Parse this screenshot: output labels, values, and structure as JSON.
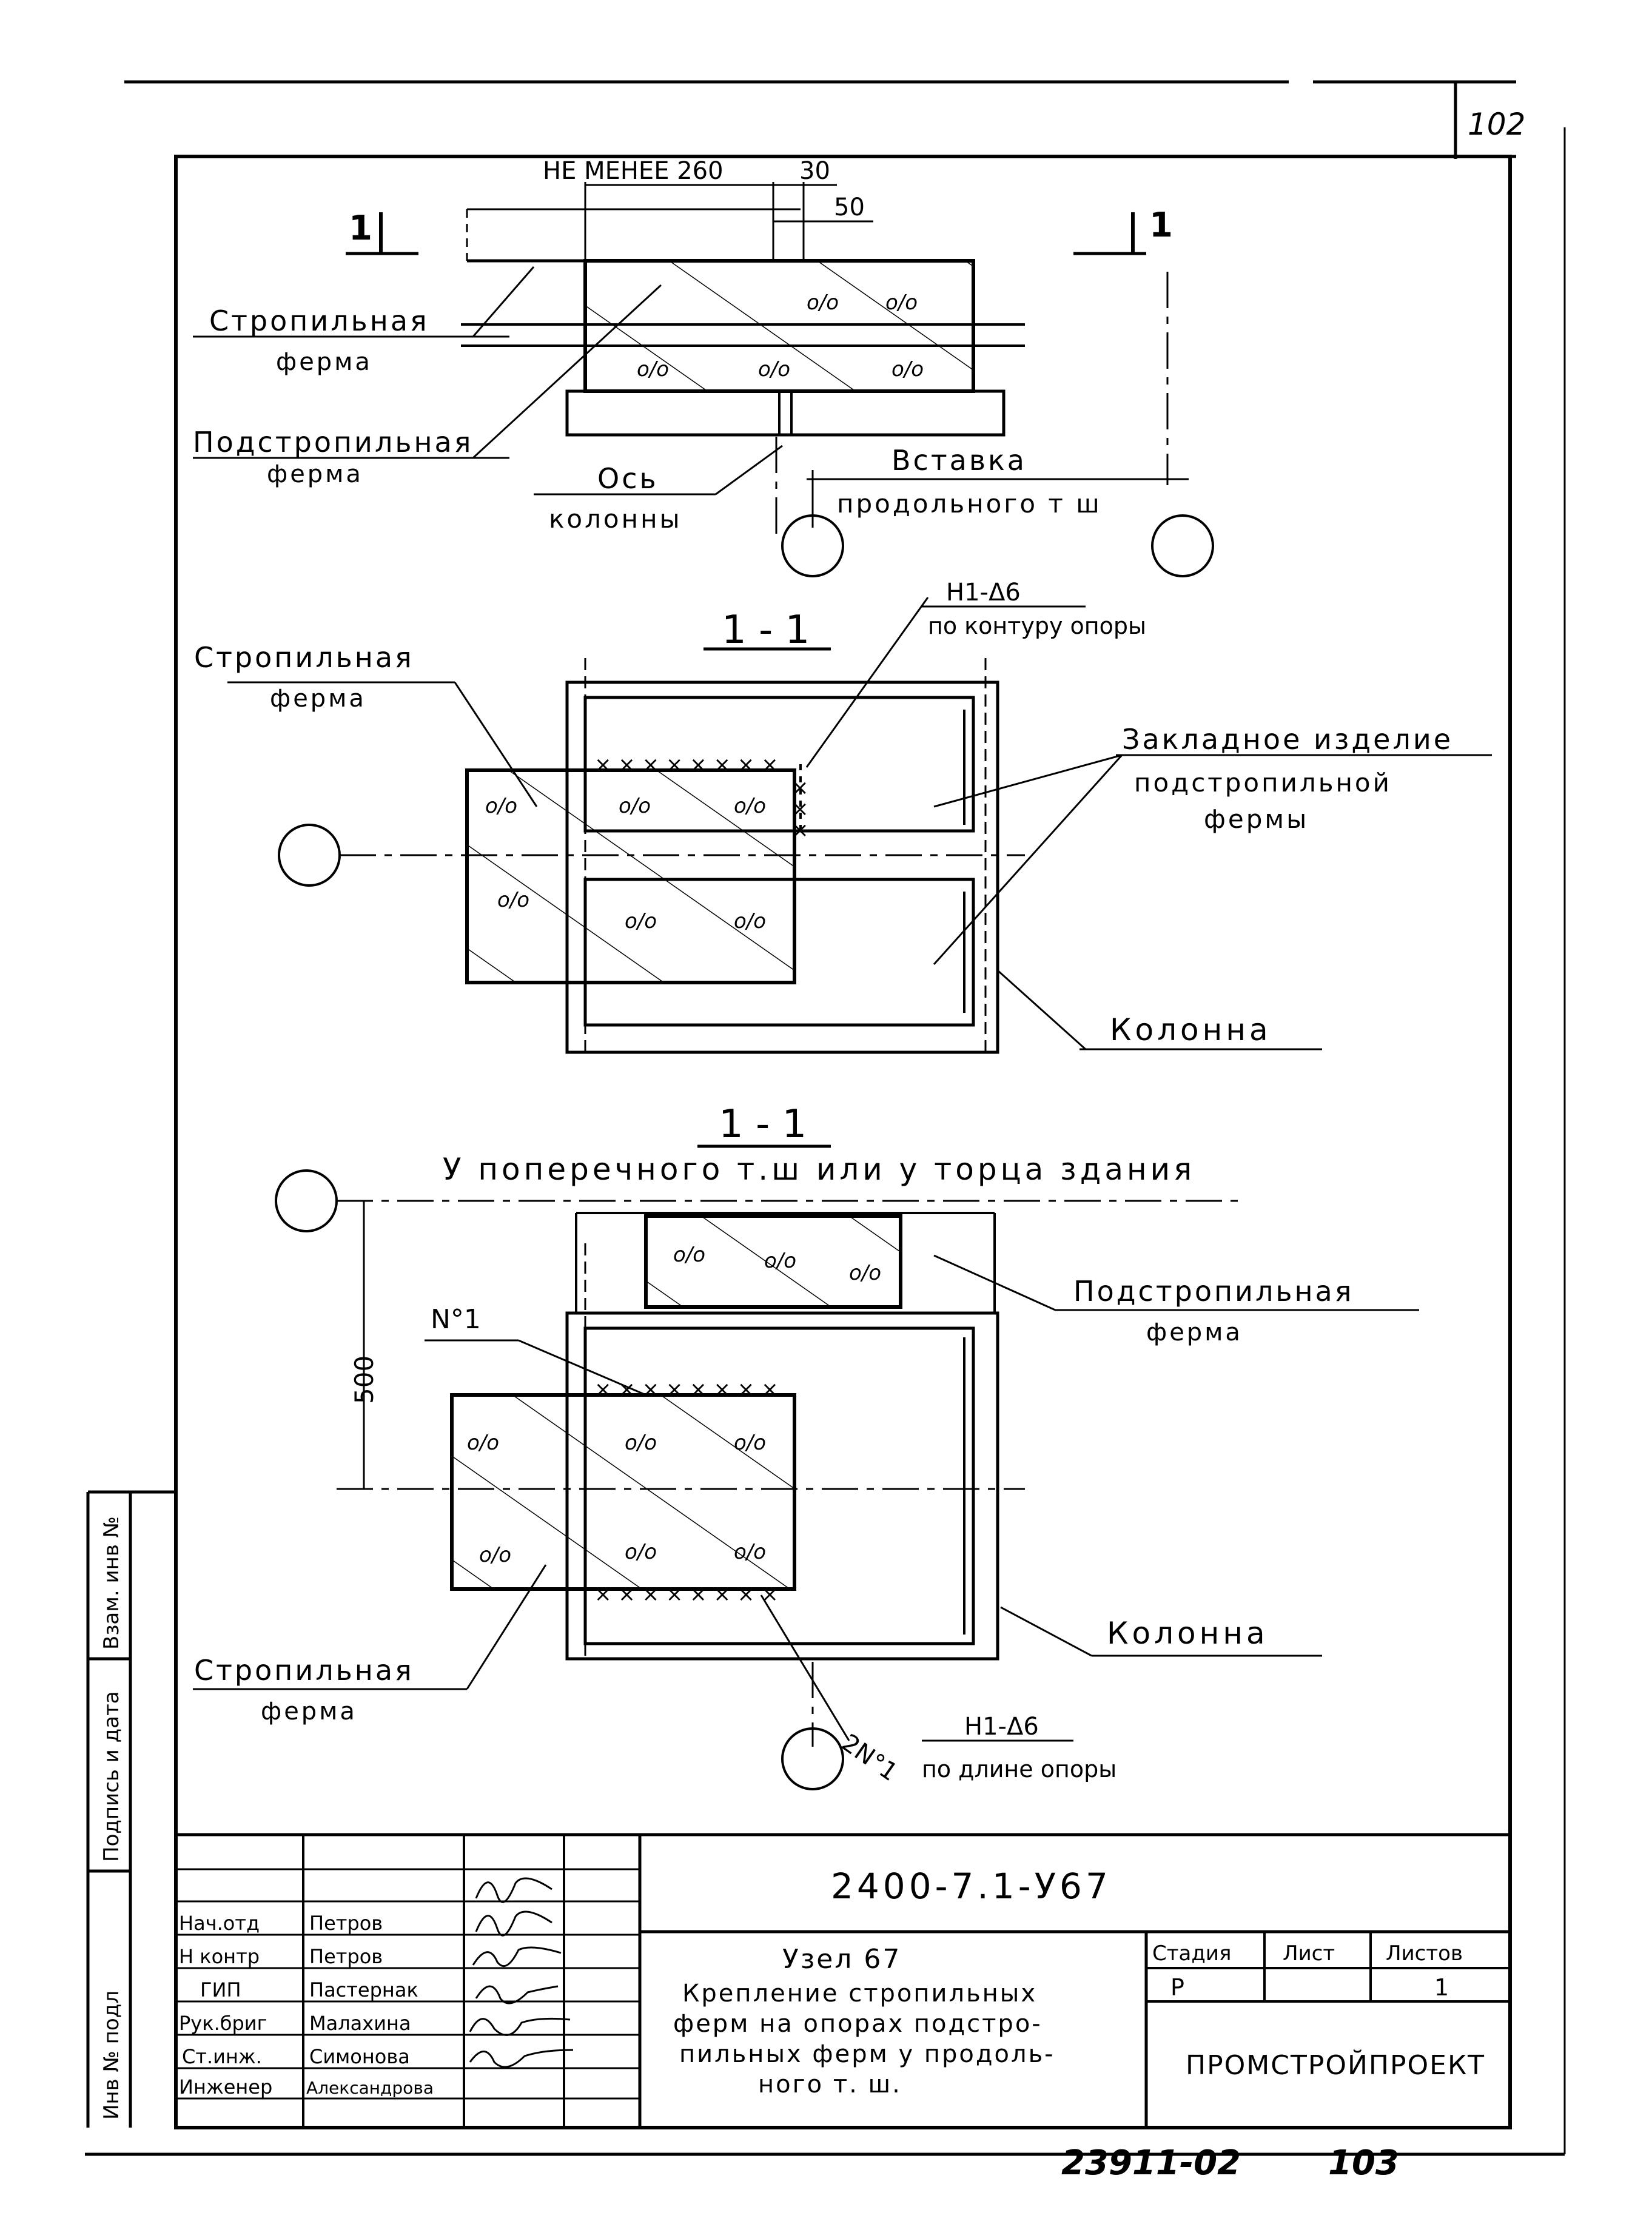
{
  "sheet": {
    "page_number": "102",
    "bottom_number": "23911-02",
    "bottom_number_2": "103"
  },
  "view_top": {
    "section_mark_left": "1",
    "section_mark_right": "1",
    "dim_min": "НЕ МЕНЕЕ 260",
    "dim_30": "30",
    "dim_50": "50",
    "truss_label_1": "Стропильная",
    "truss_label_2": "ферма",
    "subtruss_label_1": "Подстропильная",
    "subtruss_label_2": "ферма",
    "axis_label_1": "Ось",
    "axis_label_2": "колонны",
    "insert_label_1": "Вставка",
    "insert_label_2": "продольного т ш"
  },
  "view_mid": {
    "section_title": "1 - 1",
    "weld_mark": "Н1-Δ6",
    "weld_note": "по контуру опоры",
    "truss_label_1": "Стропильная",
    "truss_label_2": "ферма",
    "embed_label_1": "Закладное изделие",
    "embed_label_2": "подстропильной",
    "embed_label_3": "фермы",
    "column_label": "Колонна"
  },
  "view_bot": {
    "section_title": "1 - 1",
    "subtitle": "У поперечного т.ш или у торца здания",
    "dim_500": "500",
    "mark_n1": "N°1",
    "mark_2n1": "2N°1",
    "weld_mark": "Н1-Δ6",
    "weld_note": "по длине опоры",
    "subtruss_label_1": "Подстропильная",
    "subtruss_label_2": "ферма",
    "truss_label_1": "Стропильная",
    "truss_label_2": "ферма",
    "column_label": "Колонна"
  },
  "side_stamp": [
    "Инв № подл",
    "Подпись и дата",
    "Взам. инв №"
  ],
  "title_block": {
    "doc_code": "2400-7.1-У67",
    "title_lines": [
      "Узел 67",
      "Крепление стропильных",
      "ферм на опорах подстро-",
      "пильных ферм у продоль-",
      "ного т. ш."
    ],
    "stage_header": "Стадия",
    "sheet_header": "Лист",
    "sheets_header": "Листов",
    "stage_value": "Р",
    "sheet_value": "",
    "sheets_value": "1",
    "org": "ПРОМСТРОЙПРОЕКТ",
    "roles": [
      "Нач.отд",
      "Н контр",
      "ГИП",
      "Рук.бриг",
      "Ст.инж.",
      "Инженер"
    ],
    "names": [
      "Петров",
      "Петров",
      "Пастернак",
      "Малахина",
      "Симонова",
      "Александрова"
    ]
  },
  "hatch_marks": [
    "о/о"
  ]
}
